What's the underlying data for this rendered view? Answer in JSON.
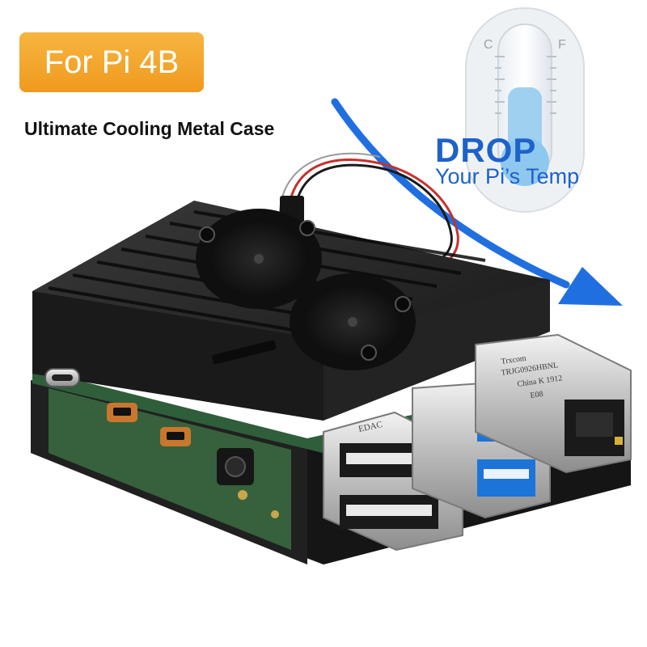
{
  "badge": {
    "label": "For Pi 4B"
  },
  "headline": "Ultimate Cooling Metal Case",
  "thermometer": {
    "left_unit": "C",
    "right_unit": "F"
  },
  "promo": {
    "title": "DROP",
    "subtitle": "Your Pi’s Temp"
  },
  "ports": {
    "usb_a_label": "EDAC",
    "ethernet_jack_text": [
      "Trxcom",
      "TRJG0926HBNL",
      "China K 1912",
      "E08"
    ]
  },
  "colors": {
    "badge_orange": "#f39c1f",
    "accent_blue": "#1e62c9",
    "arrow_blue": "#1f6fe0",
    "case_black": "#1b1b1b",
    "pcb_green": "#2f5e3a",
    "usb3_blue": "#1d74d8"
  },
  "icons": [
    "thermometer-icon",
    "down-arrow-icon",
    "fan-icon",
    "usb-c-port-icon",
    "micro-hdmi-port-icon",
    "usb-a-port-icon",
    "ethernet-port-icon"
  ]
}
